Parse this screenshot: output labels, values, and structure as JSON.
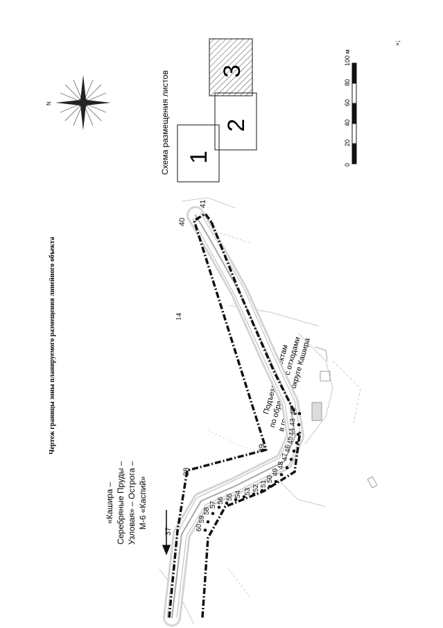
{
  "page": {
    "page_number": "14",
    "title": "Чертеж границы зоны планируемого размещения линейного объекта",
    "corner_mark": "»;"
  },
  "map": {
    "road_label": [
      "«Кашира –",
      "Серебряные Пруды –",
      "Узловая» – Острога –",
      "М-6 «Каспий»"
    ],
    "access_label": [
      "Подъезд к объектам",
      "по обращению с отходами",
      "в городском округе Кашира"
    ],
    "boundary_points": [
      "37",
      "38",
      "39",
      "40",
      "41"
    ],
    "inner_points": [
      "42",
      "43",
      "44",
      "45",
      "46",
      "47",
      "48",
      "49",
      "50",
      "51",
      "52",
      "53",
      "54",
      "55",
      "56",
      "57",
      "58",
      "59",
      "60"
    ],
    "compass": {
      "north_label": "N"
    }
  },
  "sheet_scheme": {
    "title": "Схема размещения листов",
    "sheets": [
      "1",
      "2",
      "3"
    ]
  },
  "scale_bar": {
    "ticks": [
      "0",
      "20",
      "40",
      "60",
      "80",
      "100 м"
    ]
  }
}
